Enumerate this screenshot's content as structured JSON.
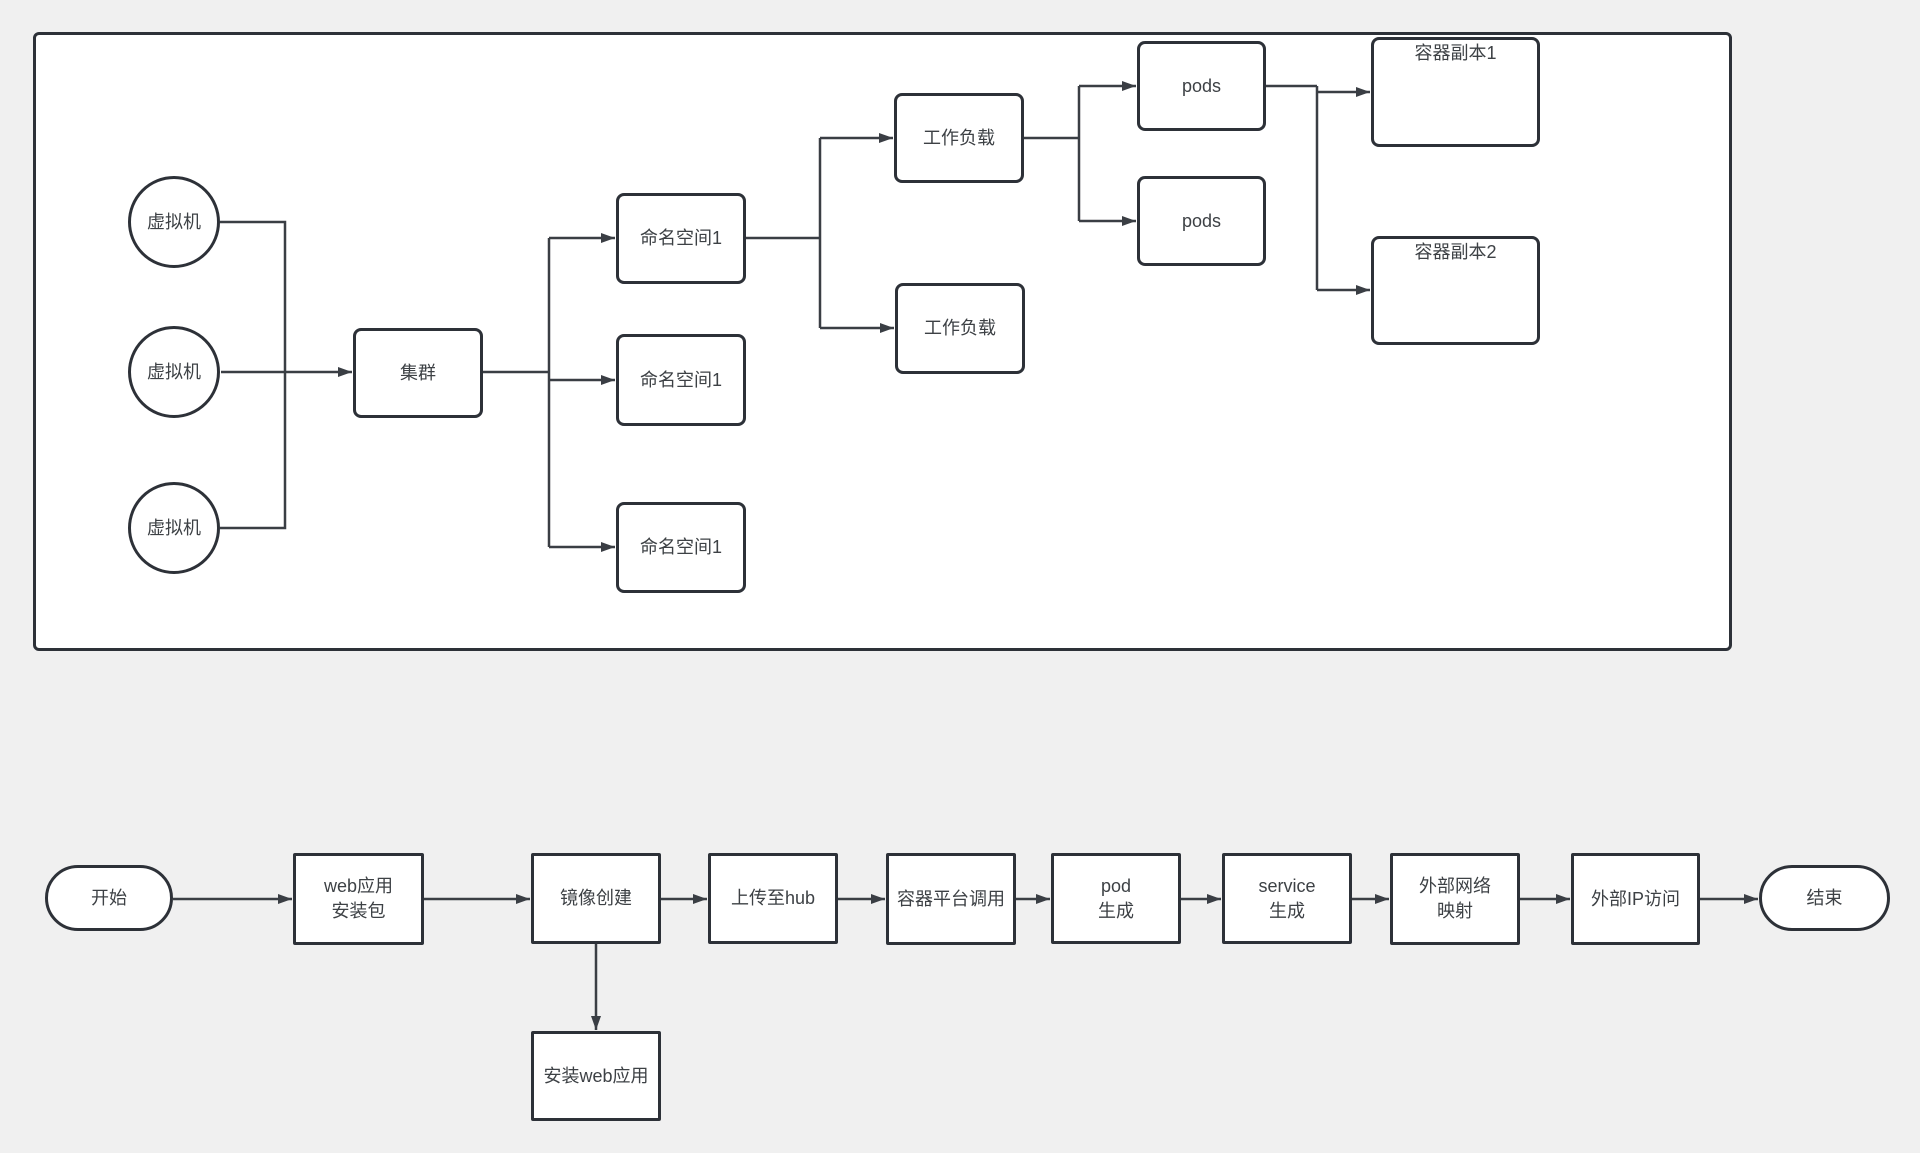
{
  "colors": {
    "page_background": "#f0f0f0",
    "shape_fill": "#ffffff",
    "shape_stroke": "#2d3138",
    "connector_stroke": "#3a3e44",
    "text": "#3d4145"
  },
  "top_diagram": {
    "vm1_label": "虚拟机",
    "vm2_label": "虚拟机",
    "vm3_label": "虚拟机",
    "cluster_label": "集群",
    "namespace1_label": "命名空间1",
    "namespace2_label": "命名空间1",
    "namespace3_label": "命名空间1",
    "workload1_label": "工作负载",
    "workload2_label": "工作负载",
    "pods1_label": "pods",
    "pods2_label": "pods",
    "replica1_label": "容器副本1",
    "replica2_label": "容器副本2"
  },
  "bottom_flow": {
    "start_label": "开始",
    "web_package_lines": [
      "web应用",
      "安装包"
    ],
    "image_create_label": "镜像创建",
    "upload_hub_label": "上传至hub",
    "platform_call_label": "容器平台调用",
    "pod_generate_lines": [
      "pod",
      "生成"
    ],
    "service_generate_lines": [
      "service",
      "生成"
    ],
    "external_network_lines": [
      "外部网络",
      "映射"
    ],
    "external_ip_label": "外部IP访问",
    "end_label": "结束",
    "install_web_label": "安装web应用"
  }
}
